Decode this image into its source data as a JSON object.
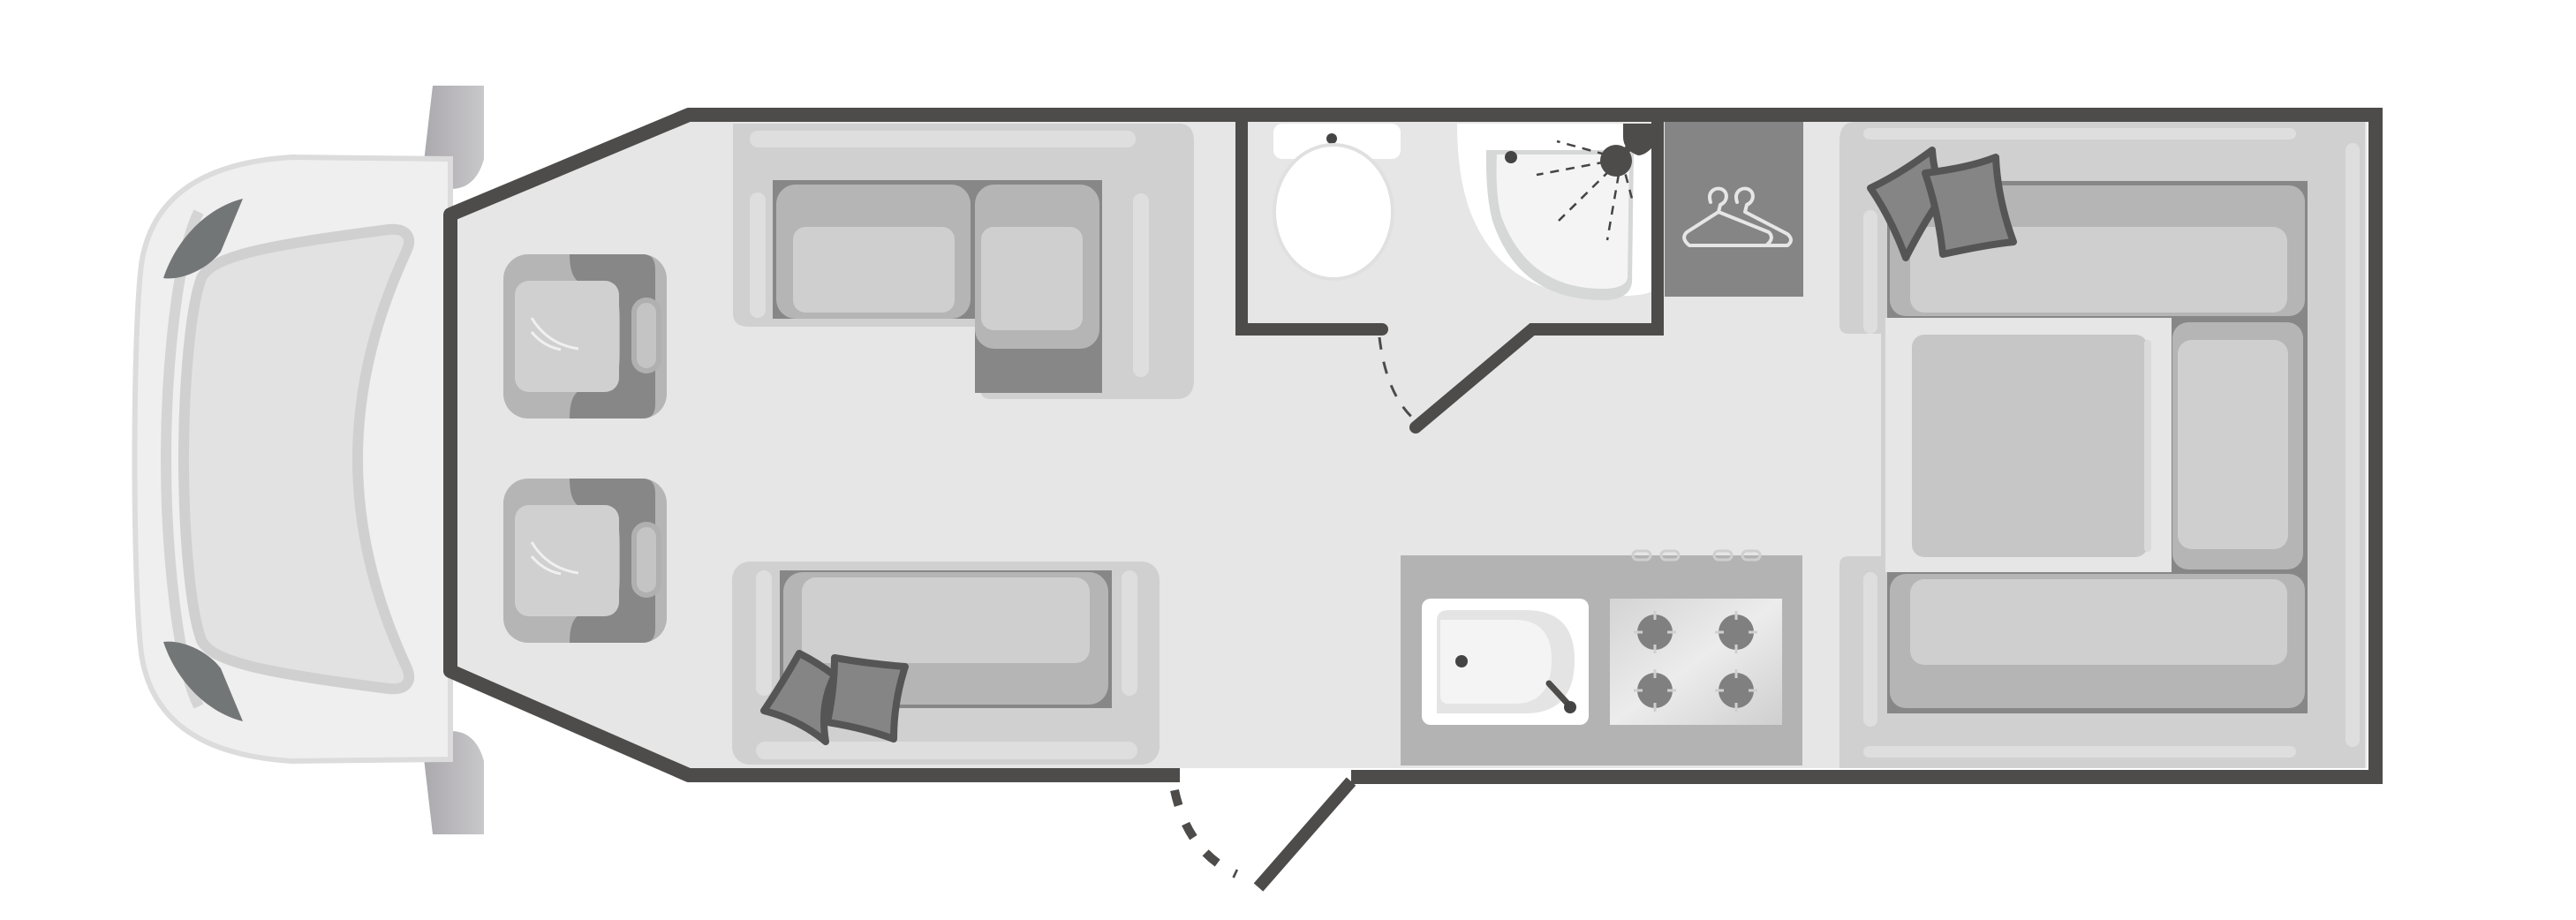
{
  "diagram": {
    "type": "motorhome-floor-plan",
    "title": "",
    "colors": {
      "background": "#ffffff",
      "floor": "#e6e6e6",
      "wall": "#4d4c4b",
      "upholstery_base": "#d0d0d0",
      "upholstery_mid": "#b5b5b5",
      "upholstery_dark": "#878787",
      "cushion_light": "#dedede",
      "cushion": "#cfcfcf",
      "table": "#c6c6c6",
      "wardrobe": "#858585",
      "hanger_icon": "#e6e6e6",
      "pillow": "#858585",
      "pillow_border": "#555555",
      "kitchen_counter": "#b3b3b3",
      "sink": "#ffffff",
      "hob": "#dcdcdc",
      "burner": "#808080",
      "sanitary": "#ffffff",
      "cab_body": "#efefef",
      "cab_window": "#e2e2e2",
      "headlight": "#727676",
      "mirror": "#a8a6aa"
    },
    "zones": [
      {
        "id": "cab",
        "label": "Cab"
      },
      {
        "id": "cab-seats",
        "label": "Cab seats",
        "count": 2
      },
      {
        "id": "front-lounge-l-sofa",
        "label": "Front L-shaped sofa"
      },
      {
        "id": "front-lounge-side-sofa",
        "label": "Front side sofa"
      },
      {
        "id": "washroom",
        "label": "Washroom"
      },
      {
        "id": "toilet",
        "label": "Toilet"
      },
      {
        "id": "shower",
        "label": "Corner shower"
      },
      {
        "id": "wardrobe",
        "label": "Wardrobe"
      },
      {
        "id": "kitchen",
        "label": "Kitchen"
      },
      {
        "id": "sink",
        "label": "Sink"
      },
      {
        "id": "hob",
        "label": "Hob",
        "burners": 4
      },
      {
        "id": "rear-u-lounge",
        "label": "Rear U-shaped lounge"
      },
      {
        "id": "rear-table",
        "label": "Table"
      },
      {
        "id": "entrance-door",
        "label": "Habitation door"
      },
      {
        "id": "washroom-door",
        "label": "Washroom door"
      }
    ]
  }
}
